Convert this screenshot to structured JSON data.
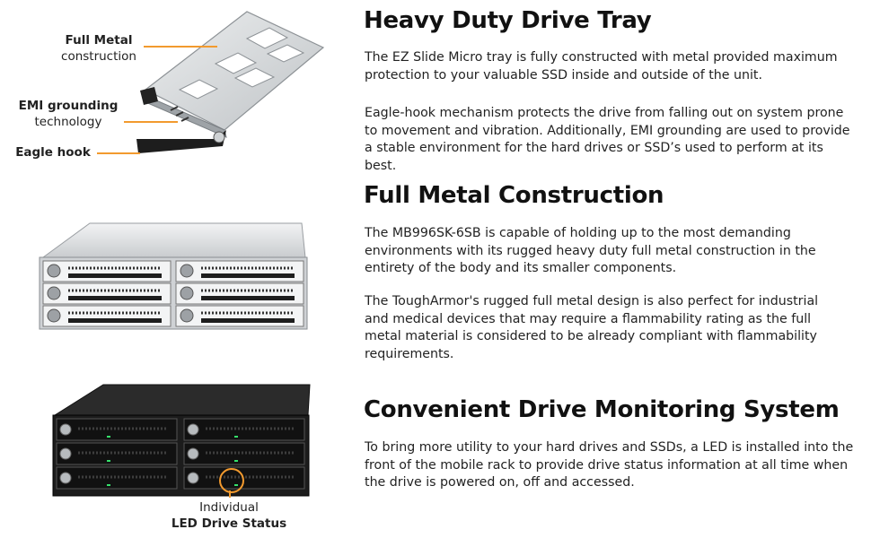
{
  "sections": [
    {
      "title": "Heavy Duty Drive Tray",
      "paragraphs": [
        "The EZ Slide Micro tray is fully constructed with metal provided maximum protection to your valuable SSD inside and outside of the unit.",
        "Eagle-hook mechanism protects the drive from falling out on system prone to movement and vibration. Additionally, EMI grounding are used to provide a stable environment for the hard drives or SSD’s used to perform at its best."
      ]
    },
    {
      "title": "Full Metal Construction",
      "paragraphs": [
        "The MB996SK-6SB is capable of holding up to the most demanding environments with its rugged heavy duty full metal construction in the entirety of the body and its smaller components.",
        "The ToughArmor's rugged full metal design is also perfect for industrial and medical devices that may require a flammability rating as the full metal material is considered to be already compliant with flammability requirements."
      ]
    },
    {
      "title": "Convenient Drive Monitoring System",
      "paragraphs": [
        "To bring more utility to your hard drives and SSDs, a LED is installed into the front of the mobile rack to provide drive status information at all time when the drive is powered on, off and accessed."
      ]
    }
  ],
  "callouts": {
    "full_metal_bold": "Full Metal",
    "full_metal_rest": "construction",
    "emi_bold": "EMI grounding",
    "emi_rest": "technology",
    "eagle_hook": "Eagle hook",
    "led_rest": "Individual",
    "led_bold": "LED Drive Status"
  },
  "colors": {
    "accent": "#f29a2e",
    "silver": "#d9dbdd",
    "black_chassis": "#1c1c1c",
    "led_green": "#35e06a"
  }
}
